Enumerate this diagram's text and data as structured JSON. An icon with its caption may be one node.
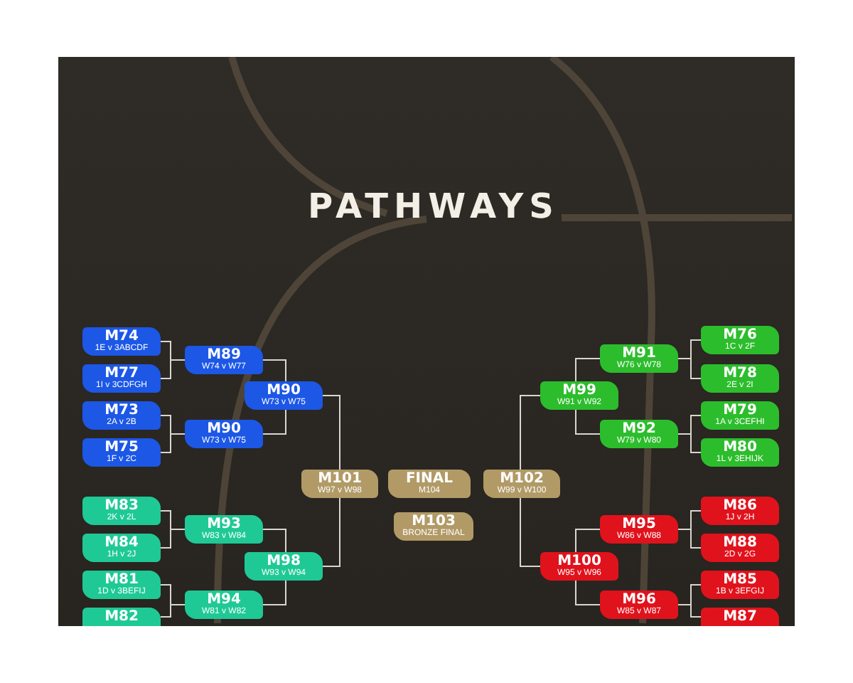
{
  "diagram": {
    "title": "PATHWAYS",
    "nodes": [
      {
        "text": [
          "M74",
          "1E v 3ABCDF"
        ]
      },
      {
        "text": [
          "M77",
          "1I v 3CDFGH"
        ]
      },
      {
        "text": [
          "M73",
          "2A v 2B"
        ]
      },
      {
        "text": [
          "M75",
          "1F v 2C"
        ]
      },
      {
        "text": [
          "M89",
          "W74 v W77"
        ]
      },
      {
        "text": [
          "M90",
          "W73 v W75"
        ]
      },
      {
        "text": [
          "M90",
          "W73 v W75"
        ]
      },
      {
        "text": [
          "M83",
          "2K v 2L"
        ]
      },
      {
        "text": [
          "M84",
          "1H v 2J"
        ]
      },
      {
        "text": [
          "M81",
          "1D v 3BEFIJ"
        ]
      },
      {
        "text": [
          "M82"
        ]
      },
      {
        "text": [
          "M93",
          "W83 v W84"
        ]
      },
      {
        "text": [
          "M94",
          "W81 v W82"
        ]
      },
      {
        "text": [
          "M98",
          "W93 v W94"
        ]
      },
      {
        "text": [
          "M101",
          "W97 v W98"
        ]
      },
      {
        "text": [
          "FINAL",
          "M104"
        ]
      },
      {
        "text": [
          "M102",
          "W99 v W100"
        ]
      },
      {
        "text": [
          "M103",
          "BRONZE FINAL"
        ]
      },
      {
        "text": [
          "M91",
          "W76 v W78"
        ]
      },
      {
        "text": [
          "M92",
          "W79 v W80"
        ]
      },
      {
        "text": [
          "M99",
          "W91 v W92"
        ]
      },
      {
        "text": [
          "M76",
          "1C v 2F"
        ]
      },
      {
        "text": [
          "M78",
          "2E v 2I"
        ]
      },
      {
        "text": [
          "M79",
          "1A v 3CEFHI"
        ]
      },
      {
        "text": [
          "M80",
          "1L v 3EHIJK"
        ]
      },
      {
        "text": [
          "M95",
          "W86 v W88"
        ]
      },
      {
        "text": [
          "M96",
          "W85 v W87"
        ]
      },
      {
        "text": [
          "M100",
          "W95 v W96"
        ]
      },
      {
        "text": [
          "M86",
          "1J v 2H"
        ]
      },
      {
        "text": [
          "M88",
          "2D v 2G"
        ]
      },
      {
        "text": [
          "M85",
          "1B v 3EFGIJ"
        ]
      },
      {
        "text": [
          "M87"
        ]
      }
    ],
    "edges": [
      {
        "from": 0,
        "to": 4,
        "arrow": "none"
      },
      {
        "from": 1,
        "to": 4,
        "arrow": "none"
      },
      {
        "from": 2,
        "to": 5,
        "arrow": "none"
      },
      {
        "from": 3,
        "to": 5,
        "arrow": "none"
      },
      {
        "from": 4,
        "to": 6,
        "arrow": "none"
      },
      {
        "from": 5,
        "to": 6,
        "arrow": "none"
      },
      {
        "from": 6,
        "to": 14,
        "arrow": "none"
      },
      {
        "from": 7,
        "to": 11,
        "arrow": "none"
      },
      {
        "from": 8,
        "to": 11,
        "arrow": "none"
      },
      {
        "from": 9,
        "to": 12,
        "arrow": "none"
      },
      {
        "from": 10,
        "to": 12,
        "arrow": "none"
      },
      {
        "from": 11,
        "to": 13,
        "arrow": "none"
      },
      {
        "from": 12,
        "to": 13,
        "arrow": "none"
      },
      {
        "from": 13,
        "to": 14,
        "arrow": "none"
      },
      {
        "from": 21,
        "to": 18,
        "arrow": "none"
      },
      {
        "from": 22,
        "to": 18,
        "arrow": "none"
      },
      {
        "from": 23,
        "to": 19,
        "arrow": "none"
      },
      {
        "from": 24,
        "to": 19,
        "arrow": "none"
      },
      {
        "from": 18,
        "to": 20,
        "arrow": "none"
      },
      {
        "from": 19,
        "to": 20,
        "arrow": "none"
      },
      {
        "from": 20,
        "to": 16,
        "arrow": "none"
      },
      {
        "from": 28,
        "to": 25,
        "arrow": "none"
      },
      {
        "from": 29,
        "to": 25,
        "arrow": "none"
      },
      {
        "from": 30,
        "to": 26,
        "arrow": "none"
      },
      {
        "from": 31,
        "to": 26,
        "arrow": "none"
      },
      {
        "from": 25,
        "to": 27,
        "arrow": "none"
      },
      {
        "from": 26,
        "to": 27,
        "arrow": "none"
      },
      {
        "from": 27,
        "to": 16,
        "arrow": "none"
      }
    ]
  }
}
